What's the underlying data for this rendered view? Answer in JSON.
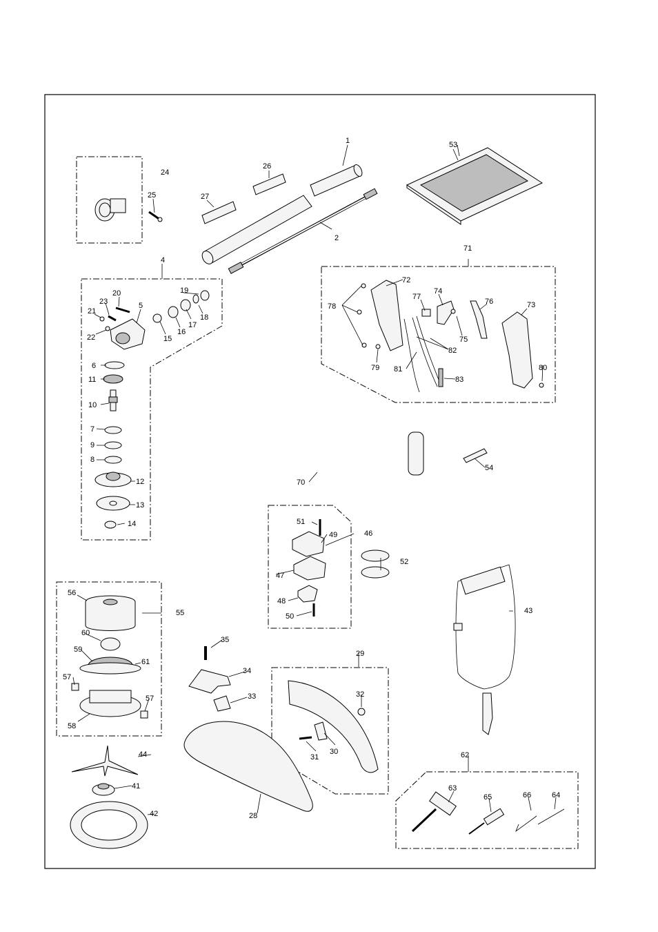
{
  "callouts": {
    "c1": "1",
    "c2": "2",
    "c4": "4",
    "c5": "5",
    "c6": "6",
    "c7": "7",
    "c8": "8",
    "c9": "9",
    "c10": "10",
    "c11": "11",
    "c12": "12",
    "c13": "13",
    "c14": "14",
    "c15": "15",
    "c16": "16",
    "c17": "17",
    "c18": "18",
    "c19": "19",
    "c20": "20",
    "c21": "21",
    "c22": "22",
    "c23": "23",
    "c24": "24",
    "c25": "25",
    "c26": "26",
    "c27": "27",
    "c28": "28",
    "c29": "29",
    "c30": "30",
    "c31": "31",
    "c32": "32",
    "c33": "33",
    "c34": "34",
    "c35": "35",
    "c41": "41",
    "c42": "42",
    "c43": "43",
    "c44": "44",
    "c46": "46",
    "c47": "47",
    "c48": "48",
    "c49": "49",
    "c50": "50",
    "c51": "51",
    "c52": "52",
    "c53": "53",
    "c54": "54",
    "c55": "55",
    "c56": "56",
    "c57a": "57",
    "c57b": "57",
    "c58": "58",
    "c59": "59",
    "c60": "60",
    "c61": "61",
    "c62": "62",
    "c63": "63",
    "c64": "64",
    "c65": "65",
    "c66": "66",
    "c70": "70",
    "c71": "71",
    "c72": "72",
    "c73": "73",
    "c74": "74",
    "c75": "75",
    "c76": "76",
    "c77": "77",
    "c78": "78",
    "c79": "79",
    "c80": "80",
    "c81": "81",
    "c82": "82",
    "c83": "83"
  }
}
